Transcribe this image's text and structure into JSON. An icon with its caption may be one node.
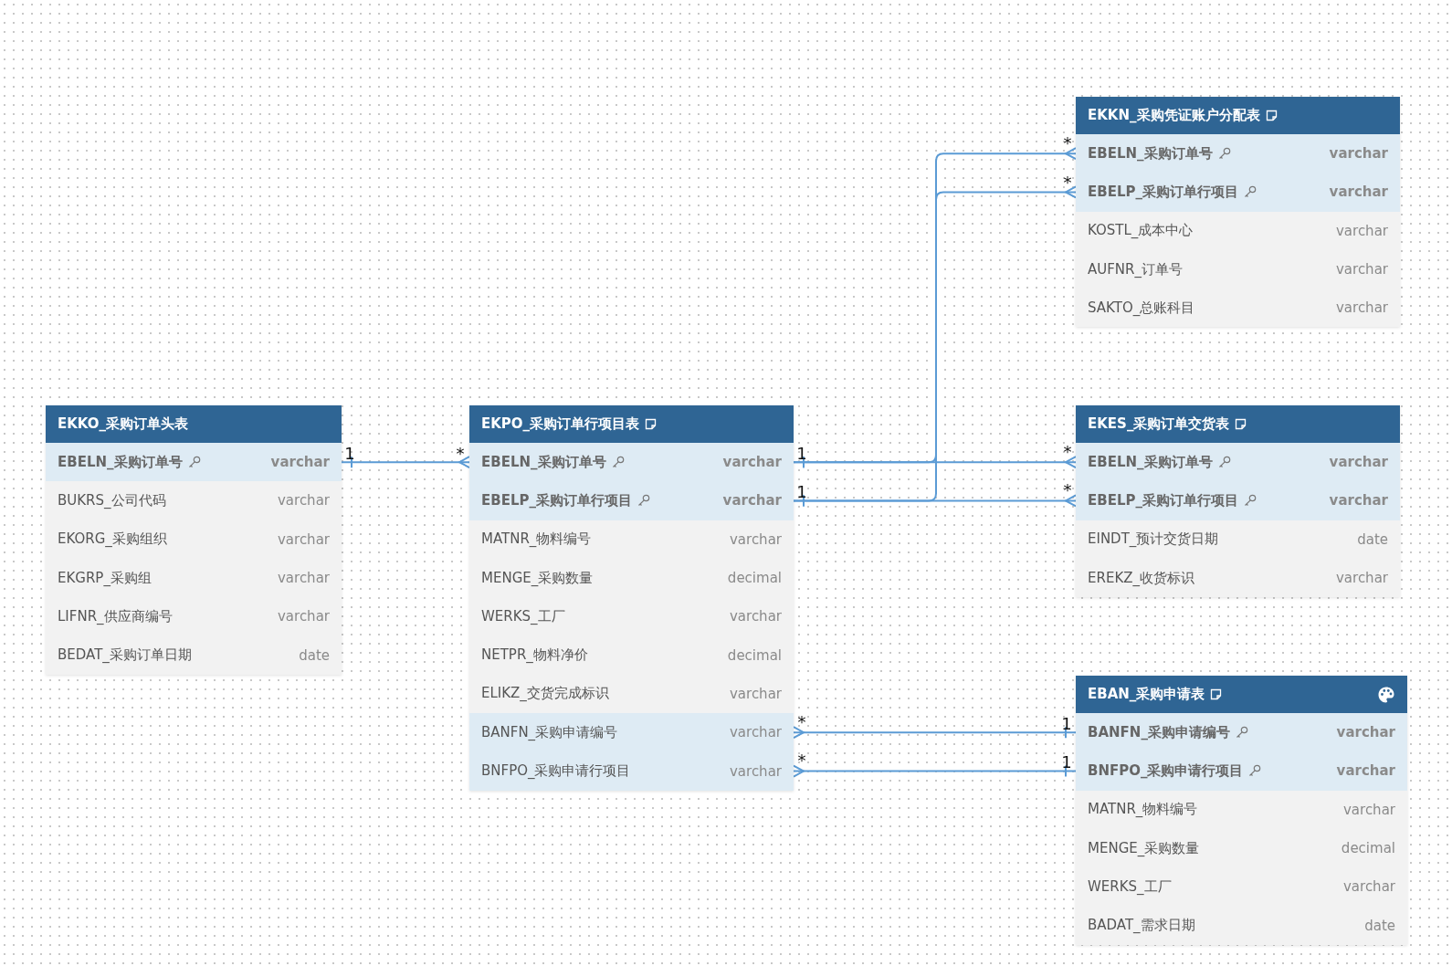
{
  "diagram": {
    "nodes": [
      {
        "text": [
          "EKKN_采购凭证账户分配表"
        ]
      },
      {
        "text": [
          "EBELN_采购订单号",
          "varchar"
        ],
        "in": 0
      },
      {
        "text": [
          "EBELP_采购订单行项目",
          "varchar"
        ],
        "in": 0
      },
      {
        "text": [
          "KOSTL_成本中心",
          "varchar"
        ],
        "in": 0
      },
      {
        "text": [
          "AUFNR_订单号",
          "varchar"
        ],
        "in": 0
      },
      {
        "text": [
          "SAKTO_总账科目",
          "varchar"
        ],
        "in": 0
      },
      {
        "text": [
          "EKKO_采购订单头表"
        ]
      },
      {
        "text": [
          "EBELN_采购订单号",
          "varchar"
        ],
        "in": 6
      },
      {
        "text": [
          "BUKRS_公司代码",
          "varchar"
        ],
        "in": 6
      },
      {
        "text": [
          "EKORG_采购组织",
          "varchar"
        ],
        "in": 6
      },
      {
        "text": [
          "EKGRP_采购组",
          "varchar"
        ],
        "in": 6
      },
      {
        "text": [
          "LIFNR_供应商编号",
          "varchar"
        ],
        "in": 6
      },
      {
        "text": [
          "BEDAT_采购订单日期",
          "date"
        ],
        "in": 6
      },
      {
        "text": [
          "EKPO_采购订单行项目表"
        ]
      },
      {
        "text": [
          "EBELN_采购订单号",
          "varchar"
        ],
        "in": 13
      },
      {
        "text": [
          "EBELP_采购订单行项目",
          "varchar"
        ],
        "in": 13
      },
      {
        "text": [
          "MATNR_物料编号",
          "varchar"
        ],
        "in": 13
      },
      {
        "text": [
          "MENGE_采购数量",
          "decimal"
        ],
        "in": 13
      },
      {
        "text": [
          "WERKS_工厂",
          "varchar"
        ],
        "in": 13
      },
      {
        "text": [
          "NETPR_物料净价",
          "decimal"
        ],
        "in": 13
      },
      {
        "text": [
          "ELIKZ_交货完成标识",
          "varchar"
        ],
        "in": 13
      },
      {
        "text": [
          "BANFN_采购申请编号",
          "varchar"
        ],
        "in": 13
      },
      {
        "text": [
          "BNFPO_采购申请行项目",
          "varchar"
        ],
        "in": 13
      },
      {
        "text": [
          "EKES_采购订单交货表"
        ]
      },
      {
        "text": [
          "EBELN_采购订单号",
          "varchar"
        ],
        "in": 23
      },
      {
        "text": [
          "EBELP_采购订单行项目",
          "varchar"
        ],
        "in": 23
      },
      {
        "text": [
          "EINDT_预计交货日期",
          "date"
        ],
        "in": 23
      },
      {
        "text": [
          "EREKZ_收货标识",
          "varchar"
        ],
        "in": 23
      },
      {
        "text": [
          "EBAN_采购申请表"
        ]
      },
      {
        "text": [
          "BANFN_采购申请编号",
          "varchar"
        ],
        "in": 28
      },
      {
        "text": [
          "BNFPO_采购申请行项目",
          "varchar"
        ],
        "in": 28
      },
      {
        "text": [
          "MATNR_物料编号",
          "varchar"
        ],
        "in": 28
      },
      {
        "text": [
          "MENGE_采购数量",
          "decimal"
        ],
        "in": 28
      },
      {
        "text": [
          "WERKS_工厂",
          "varchar"
        ],
        "in": 28
      },
      {
        "text": [
          "BADAT_需求日期",
          "date"
        ],
        "in": 28
      }
    ],
    "edges": [
      {
        "from": 7,
        "to": 14,
        "arrow": "other"
      },
      {
        "from": 14,
        "to": 1,
        "arrow": "other"
      },
      {
        "from": 15,
        "to": 2,
        "arrow": "other"
      },
      {
        "from": 14,
        "to": 24,
        "arrow": "other"
      },
      {
        "from": 15,
        "to": 25,
        "arrow": "other"
      },
      {
        "from": 21,
        "to": 29,
        "arrow": "other"
      },
      {
        "from": 22,
        "to": 30,
        "arrow": "other"
      }
    ],
    "labels": [
      "*",
      "*",
      "1",
      "*",
      "1",
      "*",
      "1",
      "*",
      "*",
      "1",
      "*",
      "1"
    ]
  }
}
